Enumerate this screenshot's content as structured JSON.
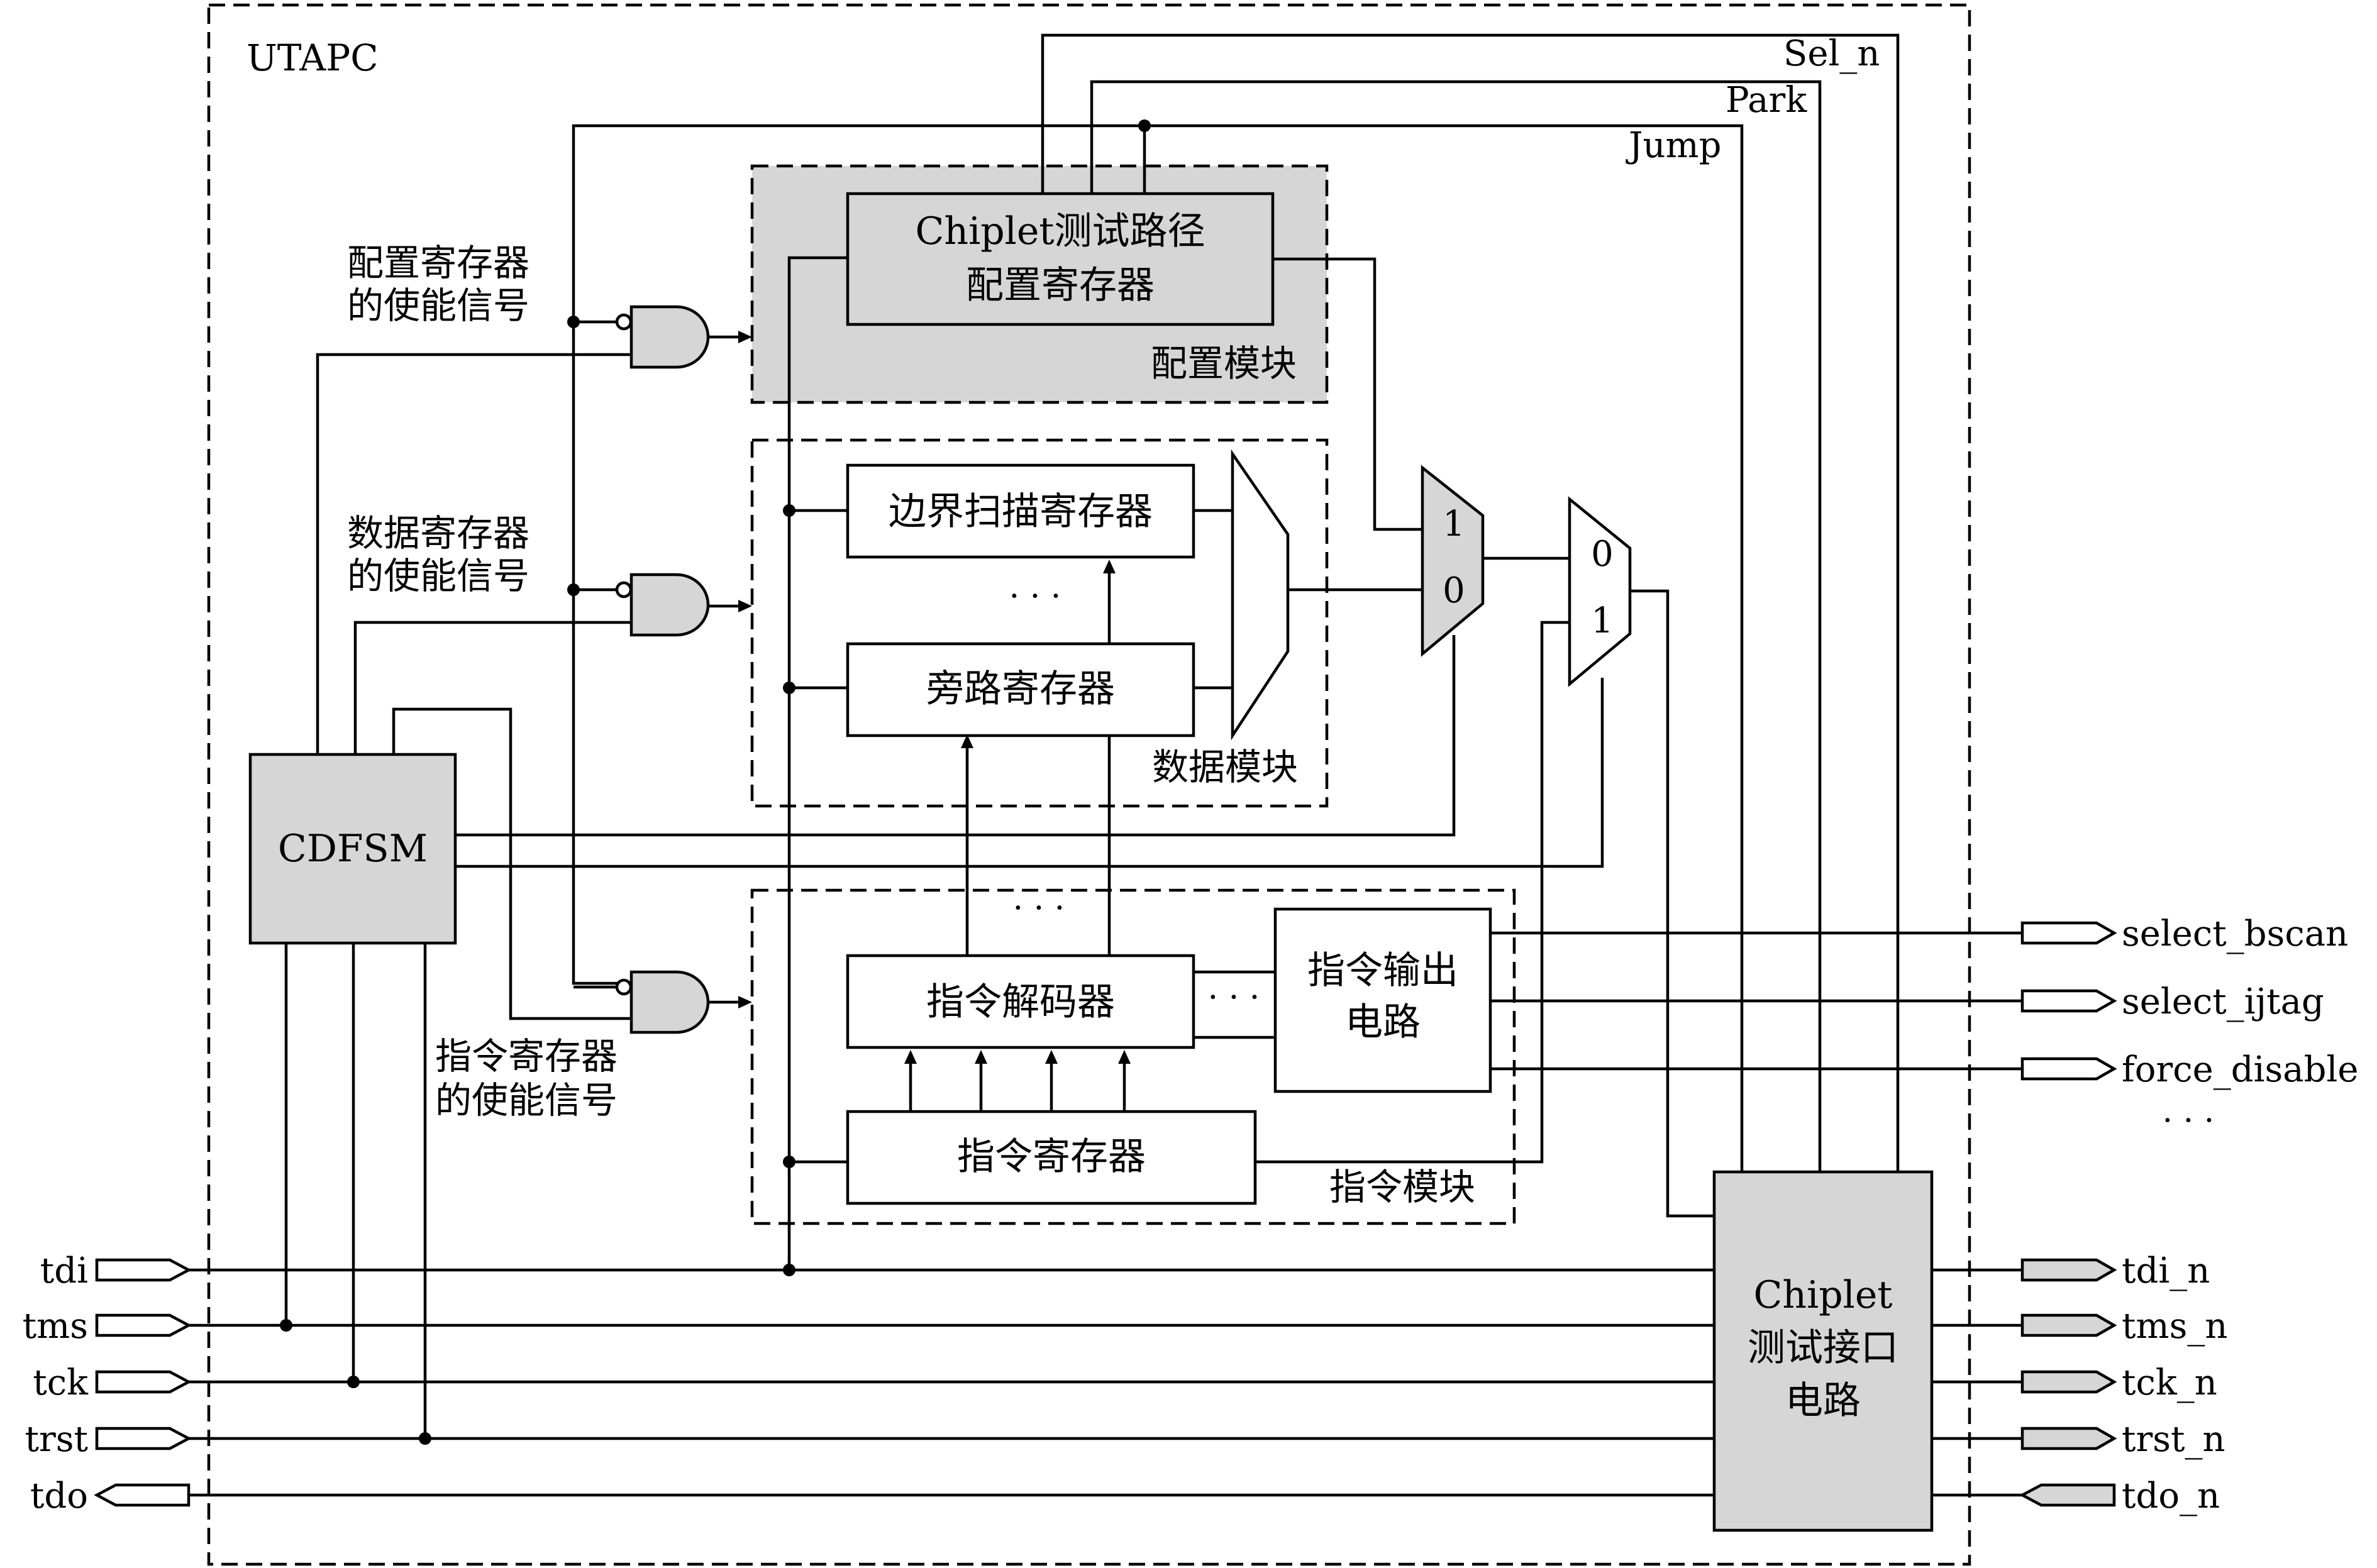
{
  "outer": {
    "title": "UTAPC"
  },
  "top_signals": {
    "sel_n": "Sel_n",
    "park": "Park",
    "jump": "Jump"
  },
  "config_module": {
    "label": "配置模块",
    "register_line1": "Chiplet测试路径",
    "register_line2": "配置寄存器",
    "enable_line1": "配置寄存器",
    "enable_line2": "的使能信号"
  },
  "data_module": {
    "label": "数据模块",
    "boundary_scan": "边界扫描寄存器",
    "ellipsis": "· · ·",
    "bypass": "旁路寄存器",
    "enable_line1": "数据寄存器",
    "enable_line2": "的使能信号"
  },
  "instruction_module": {
    "label": "指令模块",
    "decoder": "指令解码器",
    "register": "指令寄存器",
    "output_line1": "指令输出",
    "output_line2": "电路",
    "ellipsis_top": "· · ·",
    "ellipsis_mid": "· · ·",
    "enable_line1": "指令寄存器",
    "enable_line2": "的使能信号"
  },
  "fsm": {
    "label": "CDFSM"
  },
  "mux1": {
    "in1": "1",
    "in0": "0"
  },
  "mux2": {
    "in0": "0",
    "in1": "1"
  },
  "chiplet_interface": {
    "line1": "Chiplet",
    "line2": "测试接口",
    "line3": "电路"
  },
  "left_ports": [
    "tdi",
    "tms",
    "tck",
    "trst",
    "tdo"
  ],
  "right_ports_top": [
    "select_bscan",
    "select_ijtag",
    "force_disable"
  ],
  "right_ports_ellipsis": "· · ·",
  "right_ports_bottom": [
    "tdi_n",
    "tms_n",
    "tck_n",
    "trst_n",
    "tdo_n"
  ]
}
